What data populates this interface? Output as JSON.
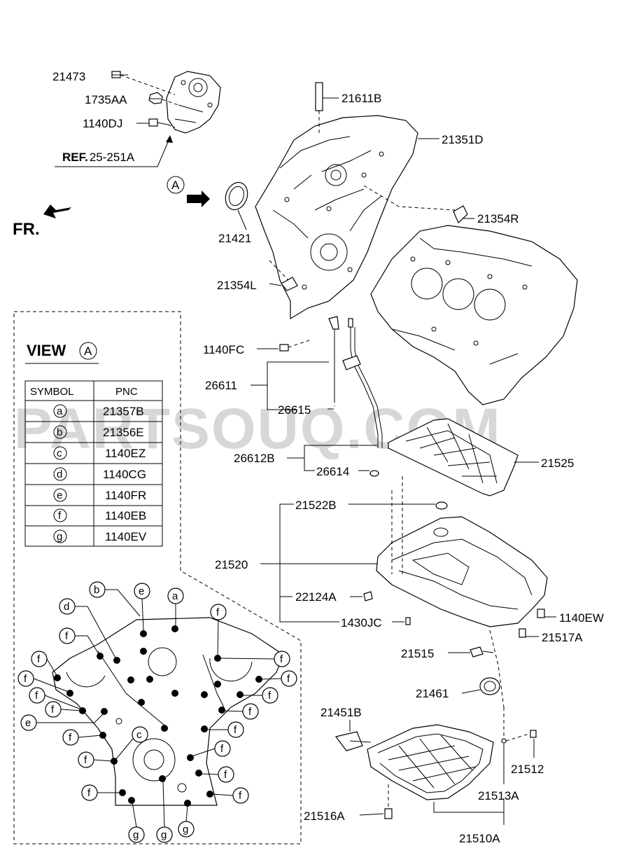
{
  "watermark": "PARTSOUQ.COM",
  "orientation_label": "FR.",
  "view_marker": "A",
  "ref_label": {
    "bold": "REF.",
    "rest": "25-251A"
  },
  "callouts": [
    {
      "id": "c21473",
      "text": "21473"
    },
    {
      "id": "c1735AA",
      "text": "1735AA"
    },
    {
      "id": "c1140DJ",
      "text": "1140DJ"
    },
    {
      "id": "c21611B",
      "text": "21611B"
    },
    {
      "id": "c21351D",
      "text": "21351D"
    },
    {
      "id": "c21354R",
      "text": "21354R"
    },
    {
      "id": "c21421",
      "text": "21421"
    },
    {
      "id": "c21354L",
      "text": "21354L"
    },
    {
      "id": "c1140FC",
      "text": "1140FC"
    },
    {
      "id": "c26611",
      "text": "26611"
    },
    {
      "id": "c26615",
      "text": "26615"
    },
    {
      "id": "c26612B",
      "text": "26612B"
    },
    {
      "id": "c26614",
      "text": "26614"
    },
    {
      "id": "c21525",
      "text": "21525"
    },
    {
      "id": "c21522B",
      "text": "21522B"
    },
    {
      "id": "c21520",
      "text": "21520"
    },
    {
      "id": "c22124A",
      "text": "22124A"
    },
    {
      "id": "c1430JC",
      "text": "1430JC"
    },
    {
      "id": "c1140EW",
      "text": "1140EW"
    },
    {
      "id": "c21517A",
      "text": "21517A"
    },
    {
      "id": "c21515",
      "text": "21515"
    },
    {
      "id": "c21461",
      "text": "21461"
    },
    {
      "id": "c21451B",
      "text": "21451B"
    },
    {
      "id": "c21512",
      "text": "21512"
    },
    {
      "id": "c21513A",
      "text": "21513A"
    },
    {
      "id": "c21516A",
      "text": "21516A"
    },
    {
      "id": "c21510A",
      "text": "21510A"
    }
  ],
  "view_box": {
    "title": "VIEW",
    "marker": "A",
    "headers": [
      "SYMBOL",
      "PNC"
    ],
    "rows": [
      {
        "symbol": "a",
        "pnc": "21357B"
      },
      {
        "symbol": "b",
        "pnc": "21356E"
      },
      {
        "symbol": "c",
        "pnc": "1140EZ"
      },
      {
        "symbol": "d",
        "pnc": "1140CG"
      },
      {
        "symbol": "e",
        "pnc": "1140FR"
      },
      {
        "symbol": "f",
        "pnc": "1140EB"
      },
      {
        "symbol": "g",
        "pnc": "1140EV"
      }
    ]
  },
  "view_letters": {
    "a": "a",
    "b": "b",
    "c": "c",
    "d": "d",
    "e": "e",
    "f": "f",
    "g": "g"
  }
}
